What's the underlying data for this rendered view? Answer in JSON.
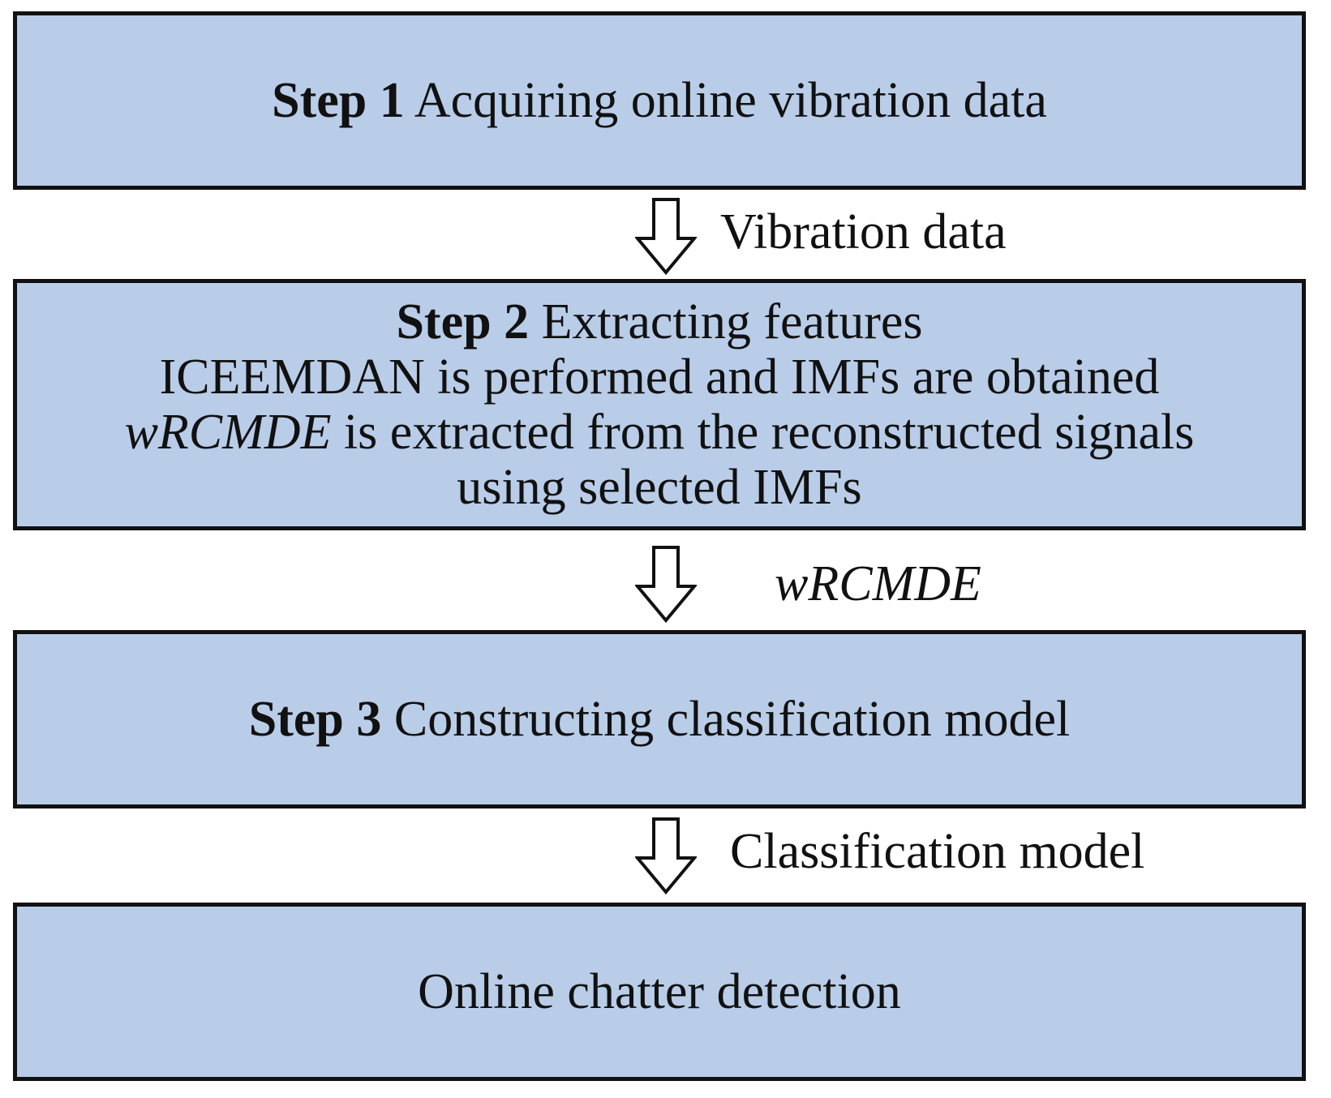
{
  "steps": [
    {
      "number": "Step 1",
      "title": "Acquiring online vibration data"
    },
    {
      "number": "Step 2",
      "title": "Extracting features",
      "detail_line1": "ICEEMDAN is performed and IMFs are obtained",
      "detail_line2_italic": "wRCMDE",
      "detail_line2_rest": " is extracted from the reconstructed signals",
      "detail_line3": "using selected IMFs"
    },
    {
      "number": "Step 3",
      "title": "Constructing classification model"
    },
    {
      "title": "Online chatter detection"
    }
  ],
  "flows": [
    {
      "label": "Vibration data"
    },
    {
      "label": "wRCMDE"
    },
    {
      "label": "Classification model"
    }
  ],
  "colors": {
    "box_fill": "#b9cde8",
    "border": "#111111"
  }
}
